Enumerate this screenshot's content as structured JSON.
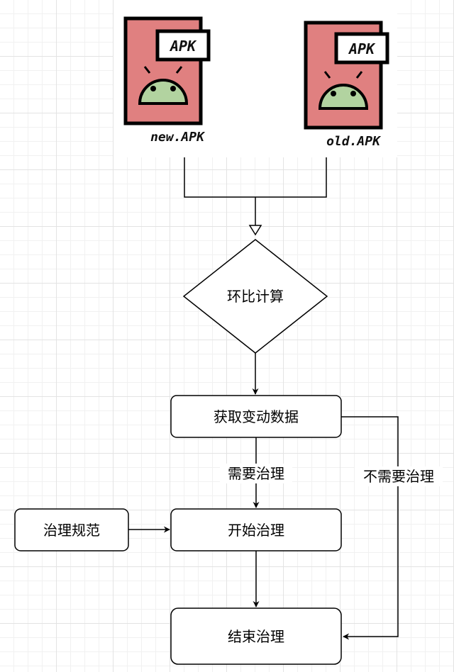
{
  "apks": [
    {
      "badge": "APK",
      "caption": "new.APK"
    },
    {
      "badge": "APK",
      "caption": "old.APK"
    }
  ],
  "nodes": {
    "ratio_calc": "环比计算",
    "get_changes": "获取变动数据",
    "start_governance": "开始治理",
    "governance_standard": "治理规范",
    "end_governance": "结束治理"
  },
  "edges": {
    "needs_governance": "需要治理",
    "no_governance_needed": "不需要治理"
  },
  "colors": {
    "apk_body": "#e08080",
    "android": "#b2d3a0",
    "stroke": "#000000"
  }
}
